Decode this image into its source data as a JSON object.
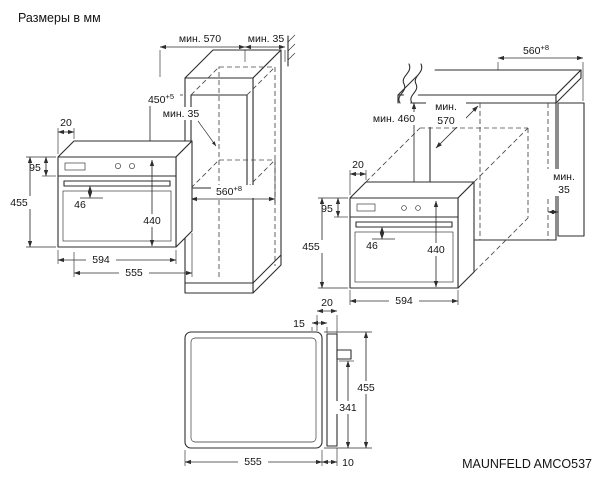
{
  "title": "Размеры в мм",
  "brand": "MAUNFELD AMCO537",
  "dims": {
    "oven_left": {
      "door": "20",
      "panel": "95",
      "height": "455",
      "handle": "46",
      "inner": "440",
      "width": "594",
      "body": "555"
    },
    "column": {
      "depth": "мин. 570",
      "wall_gap": "мин. 35",
      "niche_h": "450",
      "niche_h_tol": "+5",
      "vent": "мин. 35",
      "niche_w": "560",
      "niche_w_tol": "+8"
    },
    "counter": {
      "niche_w": "560",
      "niche_w_tol": "+8",
      "under_h": "мин. 460",
      "depth_a": "мин.",
      "depth_b": "570",
      "gap_a": "мин.",
      "gap_b": "35"
    },
    "oven_right": {
      "door": "20",
      "panel": "95",
      "height": "455",
      "handle": "46",
      "inner": "440",
      "width": "594"
    },
    "side": {
      "door_t": "20",
      "gap15": "15",
      "height": "455",
      "inner": "341",
      "depth": "555",
      "gap10": "10"
    }
  }
}
